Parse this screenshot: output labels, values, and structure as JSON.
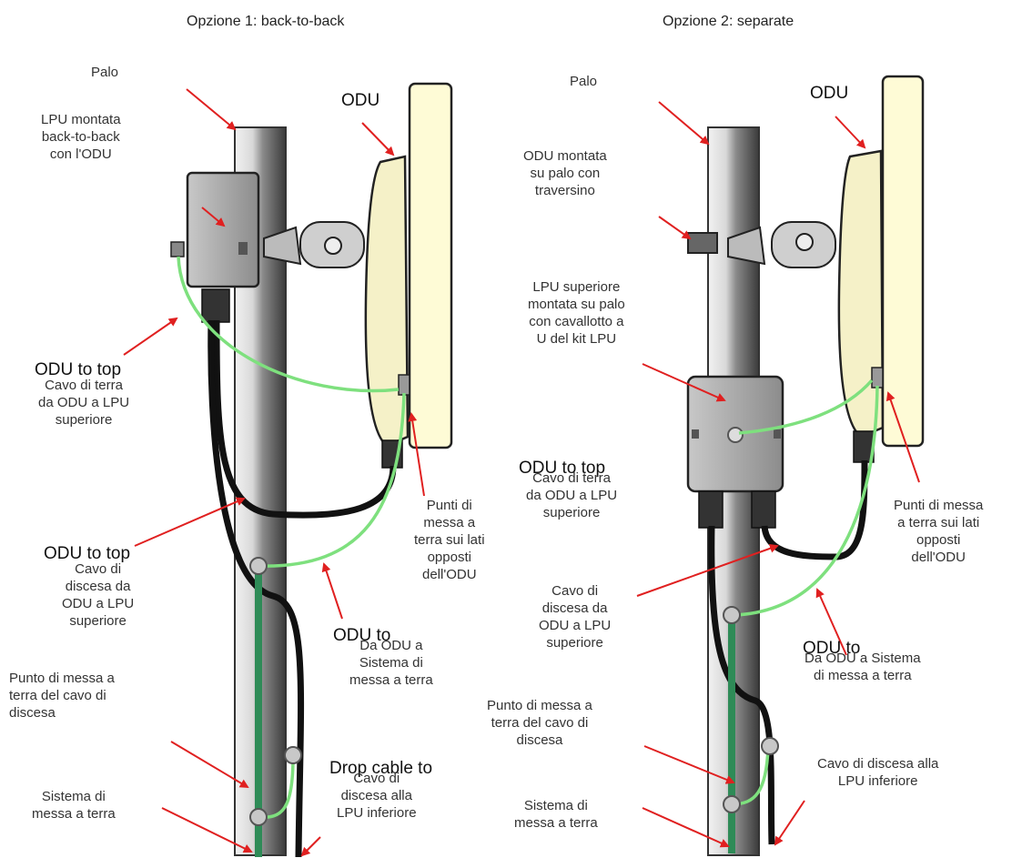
{
  "option1": {
    "title": "Opzione 1: back-to-back",
    "labels": {
      "palo": "Palo",
      "odu": "ODU",
      "lpu_mounted": "LPU montata\nback-to-back\ncon l'ODU",
      "odu_to_top_overlay": "ODU to top",
      "ground_cable": "Cavo di terra\nda ODU a LPU\nsuperiore",
      "points": "Punti di\nmessa a\nterra sui lati\nopposti\ndell'ODU",
      "odu_to_top_overlay2": "ODU to top",
      "drop_cable": "Cavo di\ndiscesa da\nODU a LPU\nsuperiore",
      "odu_to_overlay": "ODU to",
      "to_ground": "Da ODU a\nSistema di\nmessa a terra",
      "drop_ground_point": "Punto di messa a\nterra del cavo di\ndiscesa",
      "ground_system": "Sistema di\nmessa a terra",
      "drop_cable_to_overlay": "Drop cable to",
      "drop_lower": "Cavo di\ndiscesa alla\nLPU inferiore"
    }
  },
  "option2": {
    "title": "Opzione 2: separate",
    "labels": {
      "palo": "Palo",
      "odu": "ODU",
      "odu_mounted": "ODU montata\nsu palo con\ntraversino",
      "lpu_mounted": "LPU superiore\nmontata su palo\ncon cavallotto a\nU del kit LPU",
      "odu_to_top_overlay": "ODU to top",
      "ground_cable": "Cavo di terra\nda ODU a LPU\nsuperiore",
      "points": "Punti di messa\na terra sui lati\nopposti\ndell'ODU",
      "drop_cable": "Cavo di\ndiscesa da\nODU a LPU\nsuperiore",
      "odu_to_overlay": "ODU to",
      "to_ground": "Da ODU a Sistema\ndi messa a terra",
      "drop_ground_point": "Punto di messa a\nterra del cavo di\ndiscesa",
      "ground_system": "Sistema di\nmessa a terra",
      "drop_lower": "Cavo di discesa alla\nLPU inferiore"
    }
  },
  "colors": {
    "pole_light": "#e9e9e9",
    "pole_dark": "#444444",
    "odu_panel": "#fefbd6",
    "lpu_box": "#a9a9a9",
    "ground_wire": "#7ee07e",
    "ground_rod": "#2e8b57",
    "cable": "#111111",
    "arrow": "#e02020"
  }
}
